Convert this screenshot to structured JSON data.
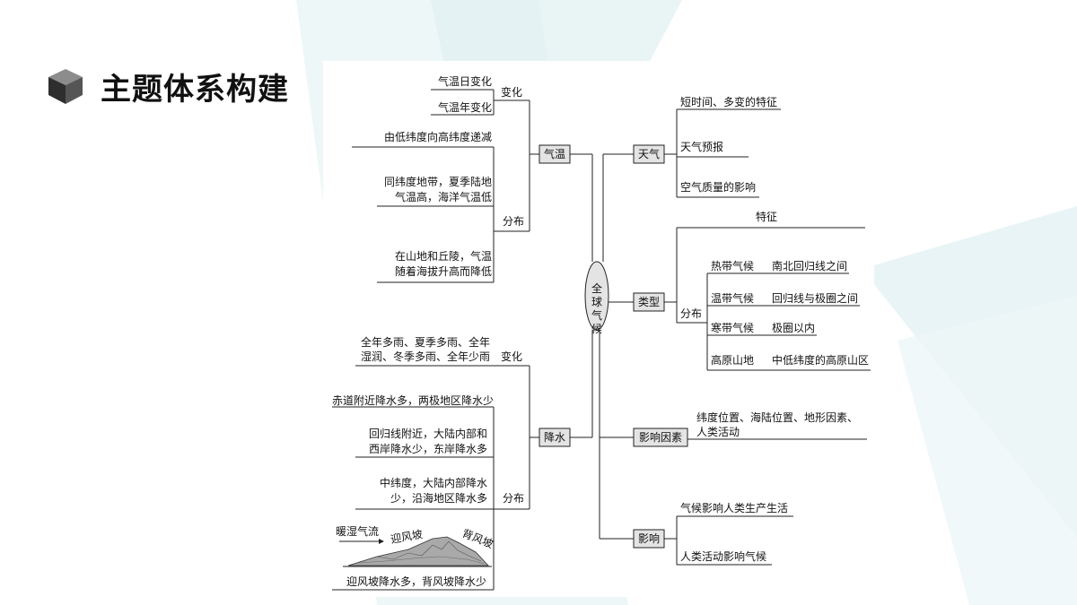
{
  "title": "主题体系构建",
  "colors": {
    "bg_shape": "#e3f1f2",
    "accent": "#111111",
    "box_fill": "#e4e4e4"
  },
  "center": [
    "全",
    "球",
    "气",
    "候"
  ],
  "left": {
    "temp": {
      "label": "气温",
      "change_label": "变化",
      "change_items": [
        "气温日变化",
        "气温年变化"
      ],
      "dist_label": "分布",
      "dist_items": [
        [
          "由低纬度向高纬度递减"
        ],
        [
          "同纬度地带，夏季陆地",
          "气温高，海洋气温低"
        ],
        [
          "在山地和丘陵，气温",
          "随着海拔升高而降低"
        ]
      ]
    },
    "precip": {
      "label": "降水",
      "change_label": "变化",
      "change_item": [
        "全年多雨、夏季多雨、全年",
        "湿润、冬季多雨、全年少雨"
      ],
      "dist_label": "分布",
      "dist_items": [
        [
          "赤道附近降水多，两极地区降水少"
        ],
        [
          "回归线附近，大陆内部和",
          "西岸降水少，东岸降水多"
        ],
        [
          "中纬度，大陆内部降水",
          "少，沿海地区降水多"
        ]
      ],
      "mountain": {
        "air": "暖湿气流",
        "windward": "迎风坡",
        "leeward": "背风坡",
        "caption": "迎风坡降水多，背风坡降水少"
      }
    }
  },
  "right": {
    "weather": {
      "label": "天气",
      "items": [
        "短时间、多变的特征",
        "天气预报",
        "空气质量的影响"
      ]
    },
    "types": {
      "label": "类型",
      "feature_label": "特征",
      "dist_label": "分布",
      "rows": [
        {
          "name": "热带气候",
          "range": "南北回归线之间"
        },
        {
          "name": "温带气候",
          "range": "回归线与极圈之间"
        },
        {
          "name": "寒带气候",
          "range": "极圈以内"
        },
        {
          "name": "高原山地",
          "range": "中低纬度的高原山区"
        }
      ]
    },
    "factors": {
      "label": "影响因素",
      "text": [
        "纬度位置、海陆位置、地形因素、",
        "人类活动"
      ]
    },
    "impact": {
      "label": "影响",
      "items": [
        "气候影响人类生产生活",
        "人类活动影响气候"
      ]
    }
  }
}
